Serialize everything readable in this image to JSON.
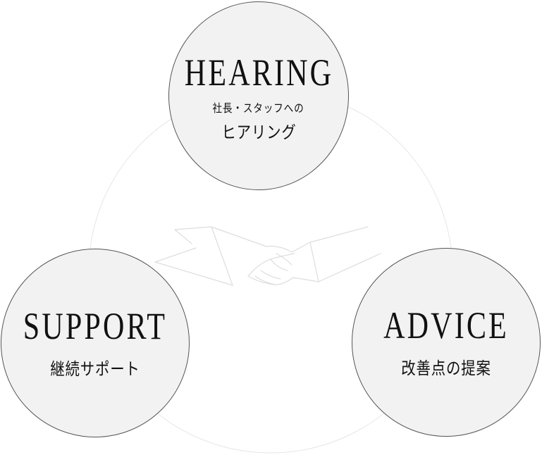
{
  "nodes": {
    "hearing": {
      "title": "HEARING",
      "subtitle": "社長・スタッフへの",
      "label": "ヒアリング"
    },
    "support": {
      "title": "SUPPORT",
      "label": "継続サポート"
    },
    "advice": {
      "title": "ADVICE",
      "label": "改善点の提案"
    }
  },
  "icons": {
    "center": "handshake-icon"
  },
  "colors": {
    "circle_fill": "#f2f2f2",
    "circle_stroke": "#555555",
    "ring_stroke": "#e6e6e6",
    "text": "#111111"
  }
}
